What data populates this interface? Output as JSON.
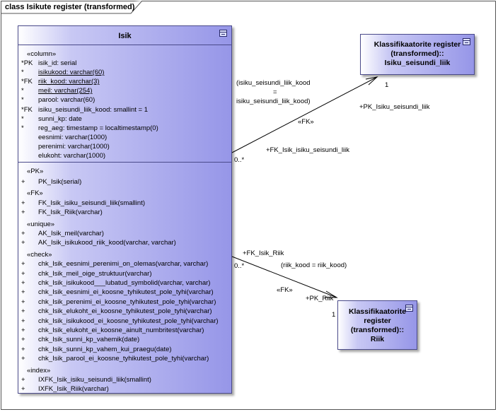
{
  "frame": {
    "title": "class Isikute register (transformed)"
  },
  "isik": {
    "name": "Isik",
    "stereo_column": "«column»",
    "columns": [
      {
        "prefix": "*PK",
        "text": "isik_id: serial",
        "underline": false
      },
      {
        "prefix": "*",
        "text": "isikukood: varchar(60)",
        "underline": true
      },
      {
        "prefix": "*FK",
        "text": "riik_kood: varchar(3)",
        "underline": true
      },
      {
        "prefix": "*",
        "text": "meil: varchar(254)",
        "underline": true
      },
      {
        "prefix": "*",
        "text": "parool: varchar(60)",
        "underline": false
      },
      {
        "prefix": "*FK",
        "text": "isiku_seisundi_liik_kood: smallint = 1",
        "underline": false
      },
      {
        "prefix": "*",
        "text": "sunni_kp: date",
        "underline": false
      },
      {
        "prefix": "*",
        "text": "reg_aeg: timestamp = localtimestamp(0)",
        "underline": false
      },
      {
        "prefix": "",
        "text": "eesnimi: varchar(1000)",
        "underline": false
      },
      {
        "prefix": "",
        "text": "perenimi: varchar(1000)",
        "underline": false
      },
      {
        "prefix": "",
        "text": "elukoht: varchar(1000)",
        "underline": false
      }
    ],
    "stereo_pk": "«PK»",
    "pk_ops": [
      "PK_Isik(serial)"
    ],
    "stereo_fk": "«FK»",
    "fk_ops": [
      "FK_Isik_isiku_seisundi_liik(smallint)",
      "FK_Isik_Riik(varchar)"
    ],
    "stereo_unique": "«unique»",
    "unique_ops": [
      "AK_Isik_meil(varchar)",
      "AK_Isik_isikukood_riik_kood(varchar, varchar)"
    ],
    "stereo_check": "«check»",
    "check_ops": [
      "chk_Isik_eesnimi_perenimi_on_olemas(varchar, varchar)",
      "chk_Isik_meil_oige_struktuur(varchar)",
      "chk_Isik_isikukood___lubatud_symbolid(varchar, varchar)",
      "chk_Isik_eesnimi_ei_koosne_tyhikutest_pole_tyhi(varchar)",
      "chk_Isik_perenimi_ei_koosne_tyhikutest_pole_tyhi(varchar)",
      "chk_Isik_elukoht_ei_koosne_tyhikutest_pole_tyhi(varchar)",
      "chk_Isik_isikukood_ei_koosne_tyhikutest_pole_tyhi(varchar)",
      "chk_Isik_elukoht_ei_koosne_ainult_numbritest(varchar)",
      "chk_Isik_sunni_kp_vahemik(date)",
      "chk_Isik_sunni_kp_vahem_kui_praegu(date)",
      "chk_Isik_parool_ei_koosne_tyhikutest_pole_tyhi(varchar)"
    ],
    "stereo_index": "«index»",
    "index_ops": [
      "IXFK_Isik_isiku_seisundi_liik(smallint)",
      "IXFK_Isik_Riik(varchar)"
    ],
    "op_prefix": "+"
  },
  "seisund": {
    "line1": "Klassifikaatorite register",
    "line2": "(transformed)::",
    "line3": "Isiku_seisundi_liik"
  },
  "riik": {
    "line1": "Klassifikaatorite",
    "line2": "register",
    "line3": "(transformed)::",
    "line4": "Riik"
  },
  "rel1": {
    "cond1": "(isiku_seisundi_liik_kood",
    "cond2": "=",
    "cond3": "isiku_seisundi_liik_kood)",
    "stereo": "«FK»",
    "target_mult": "1",
    "target_role": "+PK_Isiku_seisundi_liik",
    "source_role": "+FK_Isik_isiku_seisundi_liik",
    "source_mult": "0..*"
  },
  "rel2": {
    "source_role": "+FK_Isik_Riik",
    "source_mult": "0..*",
    "cond": "(riik_kood = riik_kood)",
    "stereo": "«FK»",
    "target_role": "+PK_Riik",
    "target_mult": "1"
  }
}
